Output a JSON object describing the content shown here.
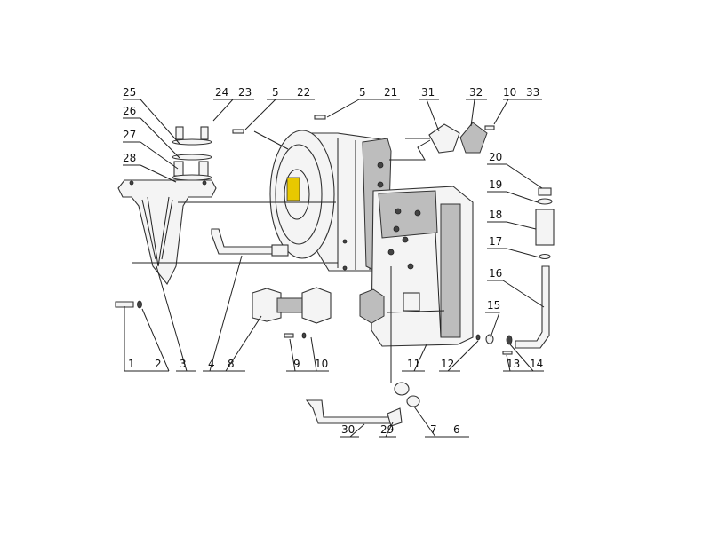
{
  "diagram": {
    "labels_top": [
      "25",
      "24",
      "23",
      "5",
      "22",
      "5",
      "21",
      "31",
      "32",
      "10",
      "33"
    ],
    "labels_left": [
      "26",
      "27",
      "28"
    ],
    "labels_right": [
      "20",
      "19",
      "18",
      "17",
      "16",
      "15"
    ],
    "labels_bottom": [
      "1",
      "2",
      "3",
      "4",
      "8",
      "9",
      "10",
      "11",
      "12",
      "13",
      "14"
    ],
    "labels_lower": [
      "30",
      "29",
      "7",
      "6"
    ],
    "accent_color": "#e8c800"
  }
}
